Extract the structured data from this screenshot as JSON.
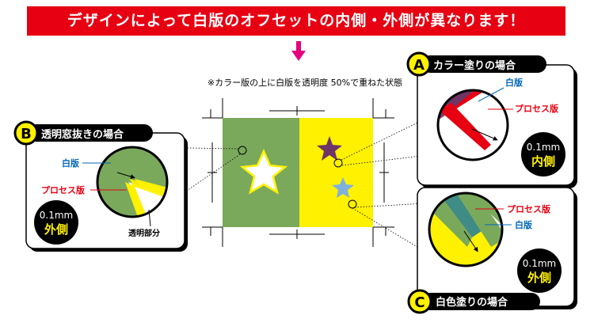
{
  "banner": {
    "text": "デザインによって白版のオフセットの内側・外側が異なります！"
  },
  "note": {
    "text": "※カラー版の上に白版を透明度 50%で重ねた状態"
  },
  "colors": {
    "banner_red": "#e60012",
    "arrow_pink": "#e5007e",
    "green": "#7aa95c",
    "yellow": "#fff100",
    "purple": "#6e3566",
    "light_blue": "#7fb0dc",
    "label_blue": "#0068b7",
    "label_red": "#e60012",
    "teal": "#3f8b86"
  },
  "panel_a": {
    "letter": "A",
    "title": "カラー塗りの場合",
    "label_white": "白版",
    "label_process": "プロセス版",
    "offset": "0.1mm",
    "direction": "内側"
  },
  "panel_b": {
    "letter": "B",
    "title": "透明窓抜きの場合",
    "label_white": "白版",
    "label_process": "プロセス版",
    "label_transparent": "透明部分",
    "offset": "0.1mm",
    "direction": "外側"
  },
  "panel_c": {
    "letter": "C",
    "title": "白色塗りの場合",
    "label_white": "白版",
    "label_process": "プロセス版",
    "offset": "0.1mm",
    "direction": "外側"
  }
}
